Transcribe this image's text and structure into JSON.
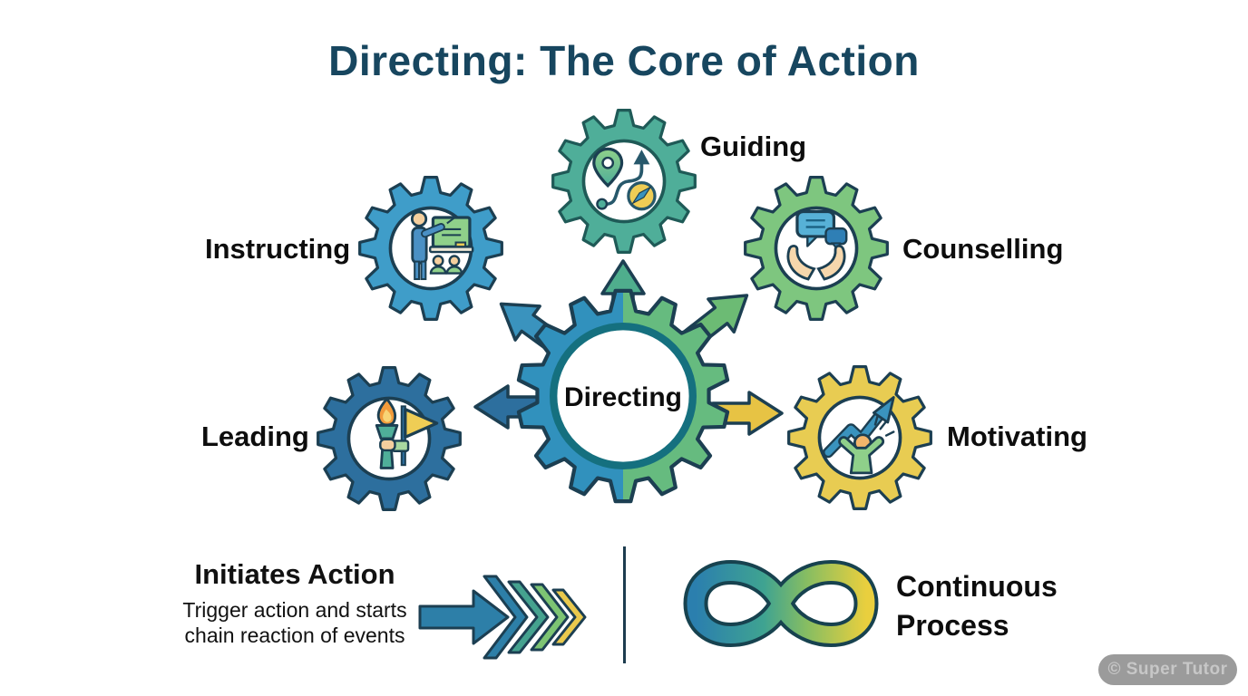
{
  "title": "Directing: The Core of Action",
  "center_gear": {
    "label": "Directing"
  },
  "gears": [
    {
      "name": "guiding",
      "label": "Guiding",
      "icon": "route-compass-icon",
      "color": "#4fae99"
    },
    {
      "name": "instructing",
      "label": "Instructing",
      "icon": "teacher-board-icon",
      "color": "#3f9dc9"
    },
    {
      "name": "counselling",
      "label": "Counselling",
      "icon": "hands-chat-icon",
      "color": "#7ec67f"
    },
    {
      "name": "leading",
      "label": "Leading",
      "icon": "torch-flag-icon",
      "color": "#2d6f9e"
    },
    {
      "name": "motivating",
      "label": "Motivating",
      "icon": "growth-person-icon",
      "color": "#e8cc52"
    }
  ],
  "initiates_action": {
    "heading": "Initiates Action",
    "description_line1": "Trigger action and starts",
    "description_line2": "chain reaction of events"
  },
  "continuous_process": {
    "heading_line1": "Continuous",
    "heading_line2": "Process"
  },
  "watermark": "© Super Tutor",
  "colors": {
    "title": "#17465f",
    "outline": "#1c3f52",
    "blue": "#3f9dc9",
    "dark_blue": "#2d6f9e",
    "teal": "#4fae99",
    "green": "#7ec67f",
    "yellow": "#e8cc52",
    "accent_yellow_arrow": "#e7c344"
  }
}
